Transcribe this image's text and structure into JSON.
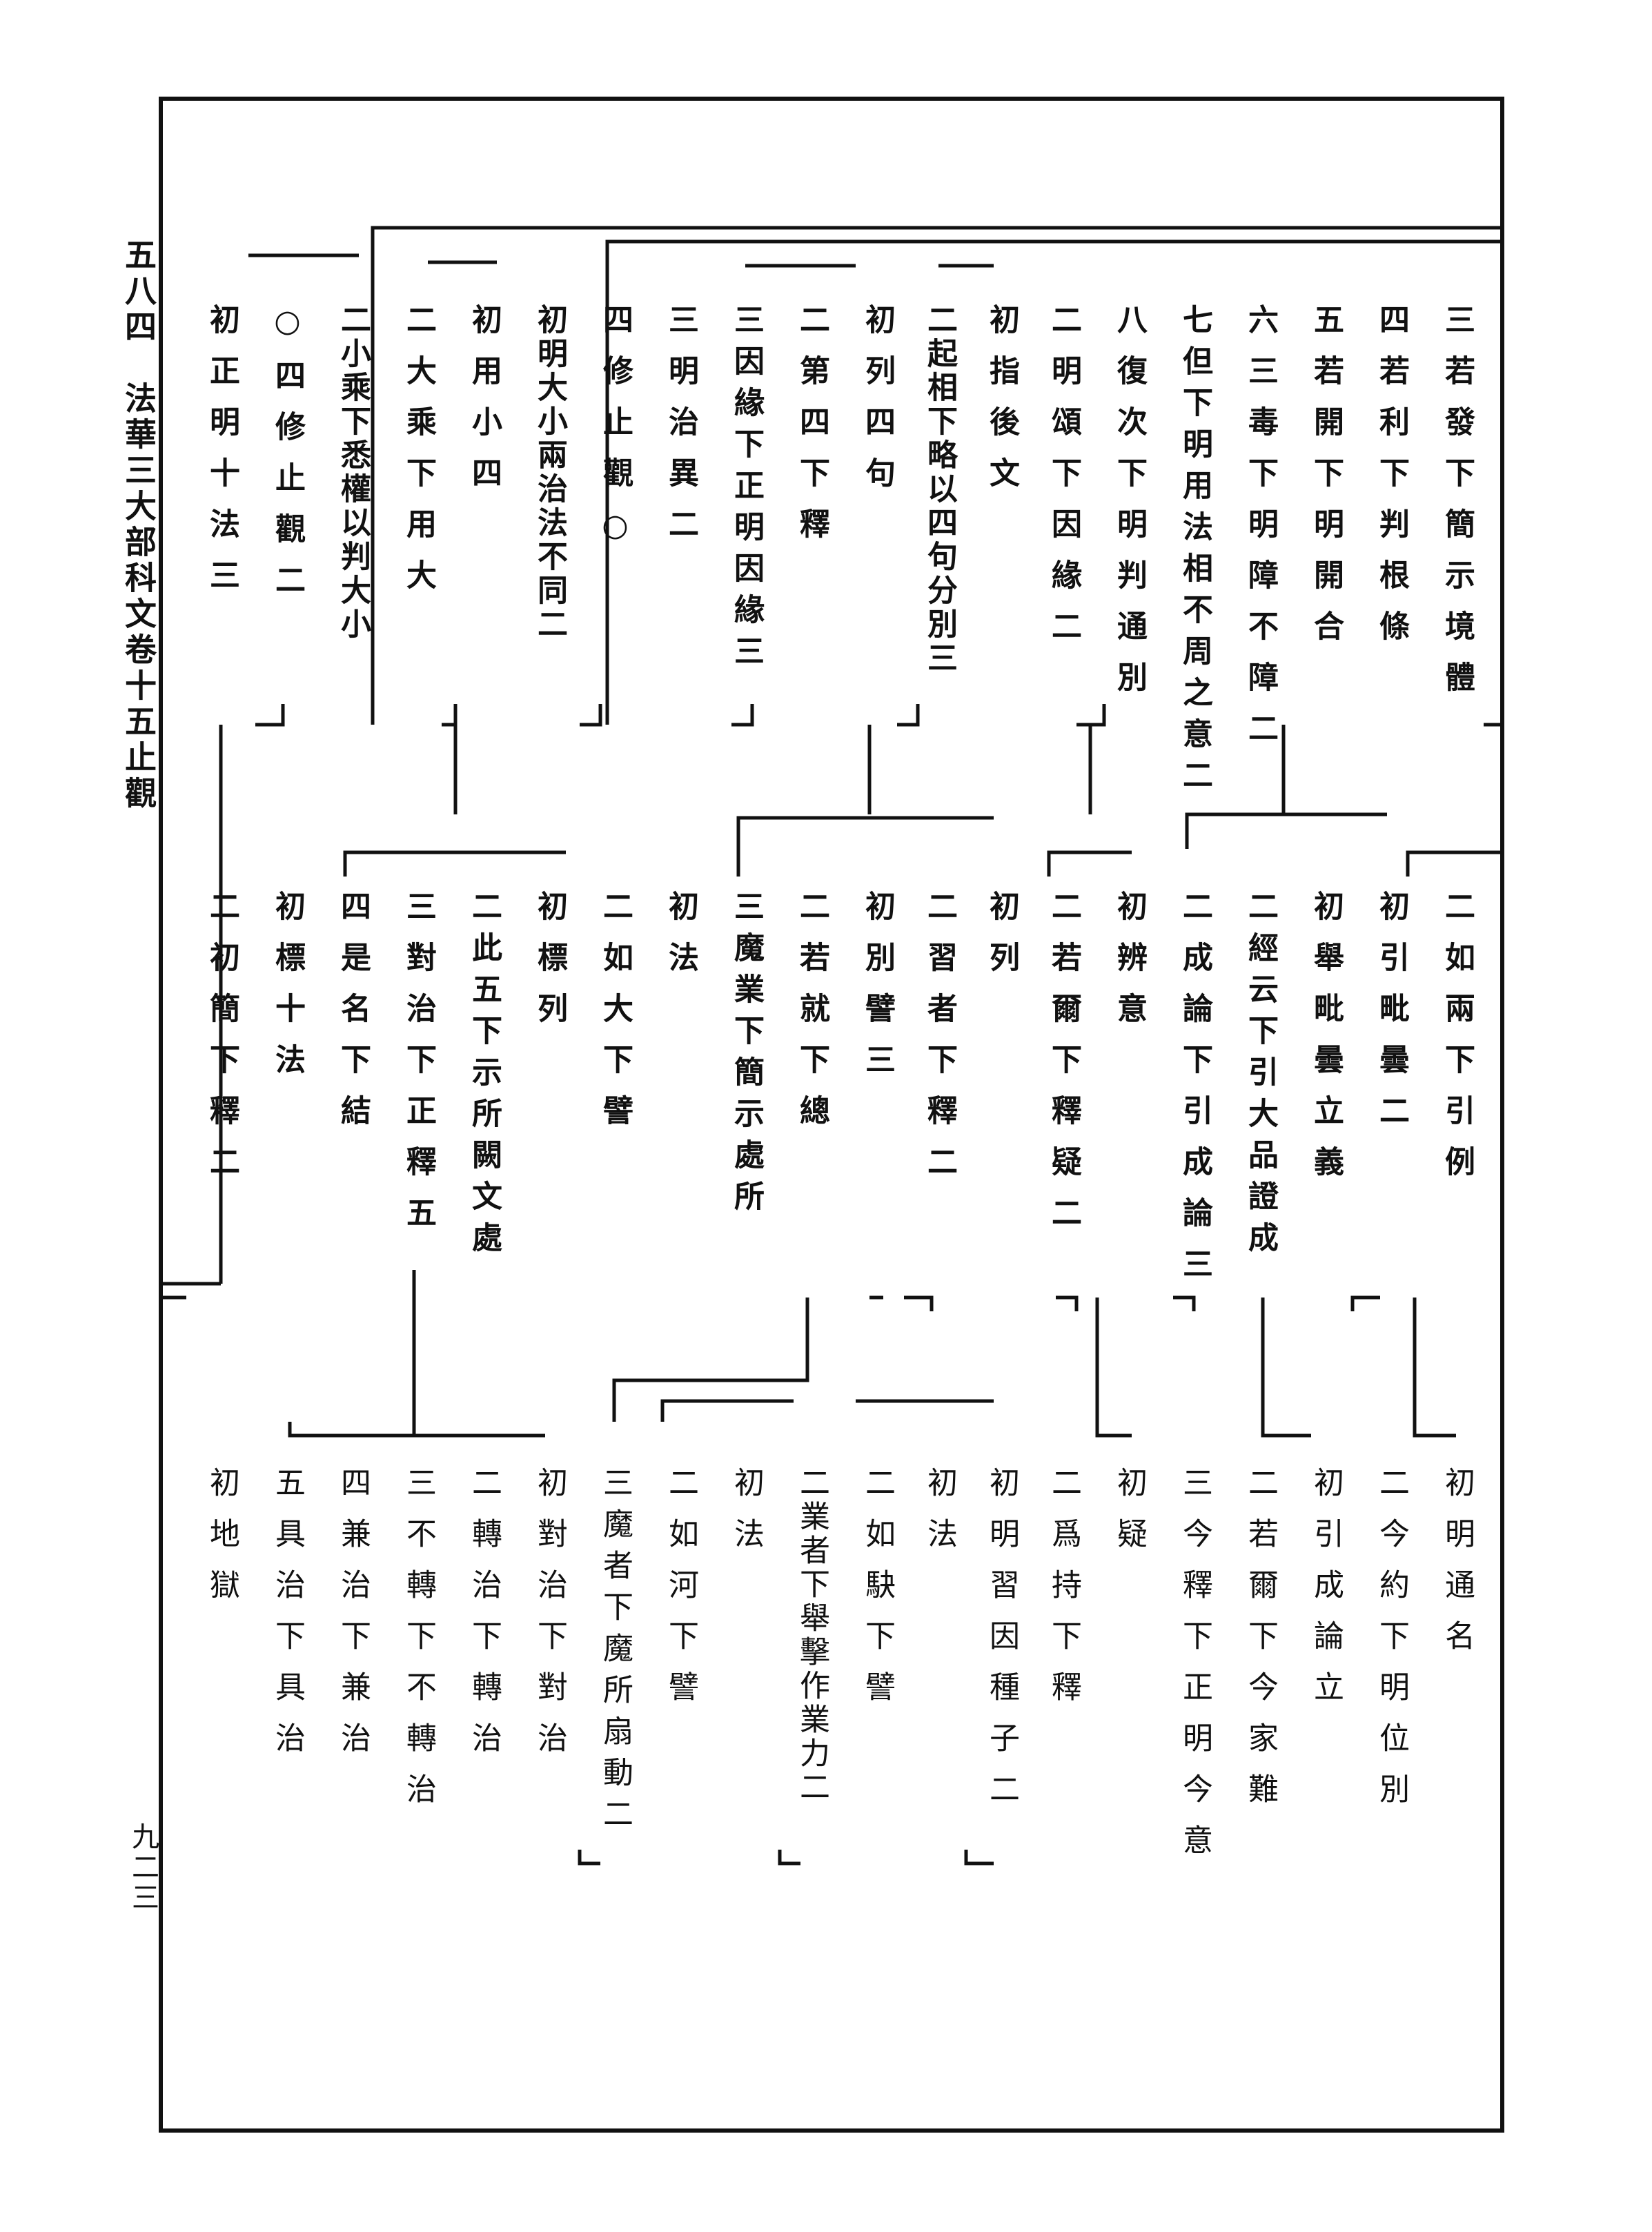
{
  "page": {
    "margin_title": "五八四　法華三大部科文卷十五止觀",
    "page_number": "九二三"
  },
  "row1": [
    {
      "text": "三若發下簡示境體"
    },
    {
      "text": "四若利下判根條"
    },
    {
      "text": "五若開下明開合"
    },
    {
      "text": "六三毒下明障不障二"
    },
    {
      "text": "七但下明用法相不周之意二"
    },
    {
      "text": "八復次下明判通別"
    },
    {
      "text": "二明頌下因緣二"
    },
    {
      "text": "初指後文"
    },
    {
      "text": "二起相下略以四句分別三"
    },
    {
      "text": "初列四句"
    },
    {
      "text": "二第四下釋"
    },
    {
      "text": "三因緣下正明因緣三"
    },
    {
      "text": "三明治異二"
    },
    {
      "text": "四修止觀○"
    },
    {
      "text": "初明大小兩治法不同二"
    },
    {
      "text": "初用小四"
    },
    {
      "text": "二大乘下用大"
    },
    {
      "text": "二小乘下悉權以判大小"
    },
    {
      "text": "○四修止觀二"
    },
    {
      "text": "初正明十法三"
    }
  ],
  "row2": [
    {
      "text": "二如兩下引例"
    },
    {
      "text": "初引毗曇二"
    },
    {
      "text": "初舉毗曇立義"
    },
    {
      "text": "二經云下引大品證成"
    },
    {
      "text": "二成論下引成論三"
    },
    {
      "text": "初辨意"
    },
    {
      "text": "二若爾下釋疑二"
    },
    {
      "text": "初列"
    },
    {
      "text": "二習者下釋二"
    },
    {
      "text": "初別譬三"
    },
    {
      "text": "二若就下總"
    },
    {
      "text": "三魔業下簡示處所"
    },
    {
      "text": "初法"
    },
    {
      "text": "二如大下譬"
    },
    {
      "text": "初標列"
    },
    {
      "text": "二此五下示所闕文處"
    },
    {
      "text": "三對治下正釋五"
    },
    {
      "text": "四是名下結"
    },
    {
      "text": "初標十法"
    },
    {
      "text": "二初簡下釋二"
    }
  ],
  "row3": [
    {
      "text": "初明通名"
    },
    {
      "text": "二今約下明位別"
    },
    {
      "text": "初引成論立"
    },
    {
      "text": "二若爾下今家難"
    },
    {
      "text": "三今釋下正明今意"
    },
    {
      "text": "初疑"
    },
    {
      "text": "二爲持下釋"
    },
    {
      "text": "初明習因種子二"
    },
    {
      "text": "初法"
    },
    {
      "text": "二如駃下譬"
    },
    {
      "text": "二業者下舉擊作業力二"
    },
    {
      "text": "初法"
    },
    {
      "text": "二如河下譬"
    },
    {
      "text": "三魔者下魔所扇動二"
    },
    {
      "text": "初對治下對治"
    },
    {
      "text": "二轉治下轉治"
    },
    {
      "text": "三不轉下不轉治"
    },
    {
      "text": "四兼治下兼治"
    },
    {
      "text": "五具治下具治"
    },
    {
      "text": "初地獄"
    }
  ]
}
